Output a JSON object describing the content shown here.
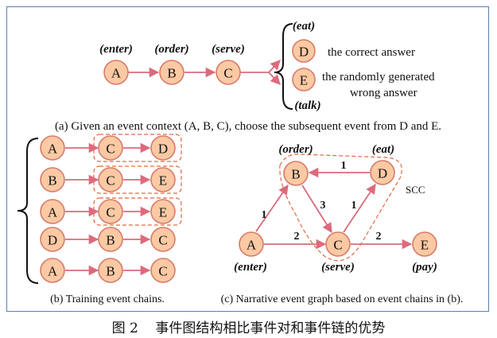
{
  "panel_a": {
    "nodes": [
      {
        "id": "A",
        "label": "(enter)"
      },
      {
        "id": "B",
        "label": "(order)"
      },
      {
        "id": "C",
        "label": "(serve)"
      }
    ],
    "choice_d": {
      "id": "D",
      "label": "(eat)",
      "text": "the correct answer"
    },
    "choice_e": {
      "id": "E",
      "label": "(talk)",
      "text_line1": "the randomly generated",
      "text_line2": "wrong answer"
    },
    "caption": "(a) Given an event context (A, B, C), choose the subsequent event from D and E."
  },
  "panel_b": {
    "chains": [
      [
        "A",
        "C",
        "D"
      ],
      [
        "B",
        "C",
        "E"
      ],
      [
        "A",
        "C",
        "E"
      ],
      [
        "D",
        "B",
        "C"
      ],
      [
        "A",
        "B",
        "C"
      ]
    ],
    "caption": "(b) Training event chains."
  },
  "panel_c": {
    "nodes": [
      {
        "id": "B",
        "label": "(order)"
      },
      {
        "id": "D",
        "label": "(eat)"
      },
      {
        "id": "A",
        "label": "(enter)"
      },
      {
        "id": "C",
        "label": "(serve)"
      },
      {
        "id": "E",
        "label": "(pay)"
      }
    ],
    "edges": [
      {
        "from": "D",
        "to": "B",
        "weight": "1"
      },
      {
        "from": "A",
        "to": "B",
        "weight": "1"
      },
      {
        "from": "B",
        "to": "C",
        "weight": "3"
      },
      {
        "from": "C",
        "to": "D",
        "weight": "1"
      },
      {
        "from": "A",
        "to": "C",
        "weight": "2"
      },
      {
        "from": "C",
        "to": "E",
        "weight": "2"
      }
    ],
    "scc_label": "SCC",
    "caption": "(c) Narrative event graph based on event chains in (b)."
  },
  "figure_caption": "图 2    事件图结构相比事件对和事件链的优势",
  "colors": {
    "node_fill": "#fbc9a3",
    "node_stroke": "#d77b6a",
    "edge": "#dc6a7c",
    "dashed_box": "#e06a3f",
    "frame": "#5b7fb2"
  }
}
